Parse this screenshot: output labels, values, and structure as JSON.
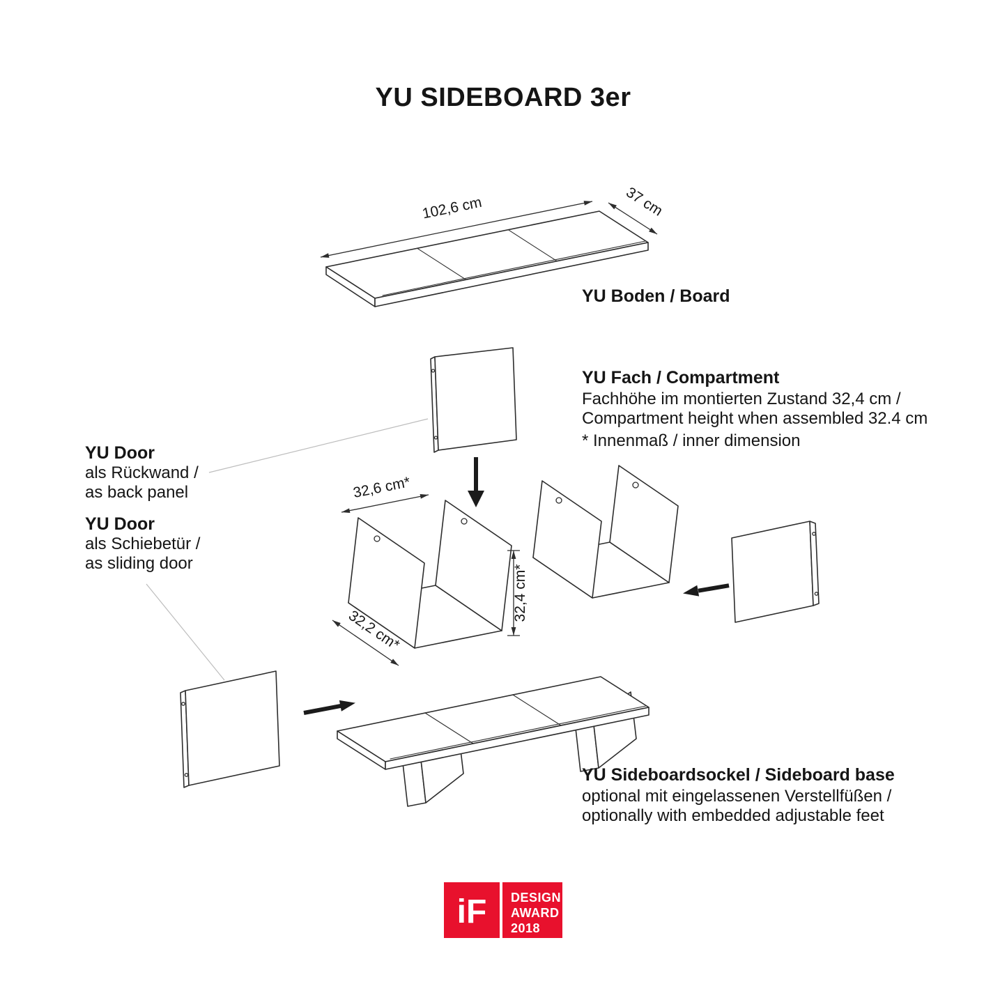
{
  "title": "YU SIDEBOARD 3er",
  "colors": {
    "line": "#2d2d2d",
    "text": "#151515",
    "leader": "#bdbdbd",
    "award_red": "#e8112d"
  },
  "board": {
    "label": "YU Boden / Board",
    "dim_length": "102,6 cm",
    "dim_depth": "37 cm"
  },
  "compartment": {
    "heading": "YU Fach / Compartment",
    "desc_de": "Fachhöhe im montierten Zustand 32,4 cm /",
    "desc_en": "Compartment height when assembled 32.4 cm",
    "note": "* Innenmaß / inner dimension",
    "dim_width": "32,6 cm*",
    "dim_height": "32,4 cm*",
    "dim_depth": "32,2 cm*"
  },
  "door_back": {
    "heading": "YU Door",
    "desc_de": "als Rückwand /",
    "desc_en": "as back panel"
  },
  "door_sliding": {
    "heading": "YU Door",
    "desc_de": "als Schiebetür /",
    "desc_en": "as sliding door"
  },
  "base": {
    "heading": "YU Sideboardsockel / Sideboard base",
    "desc_de": "optional mit eingelassenen Verstellfüßen /",
    "desc_en": "optionally with embedded adjustable feet"
  },
  "award": {
    "mark": "iF",
    "line1": "DESIGN",
    "line2": "AWARD",
    "line3": "2018"
  }
}
